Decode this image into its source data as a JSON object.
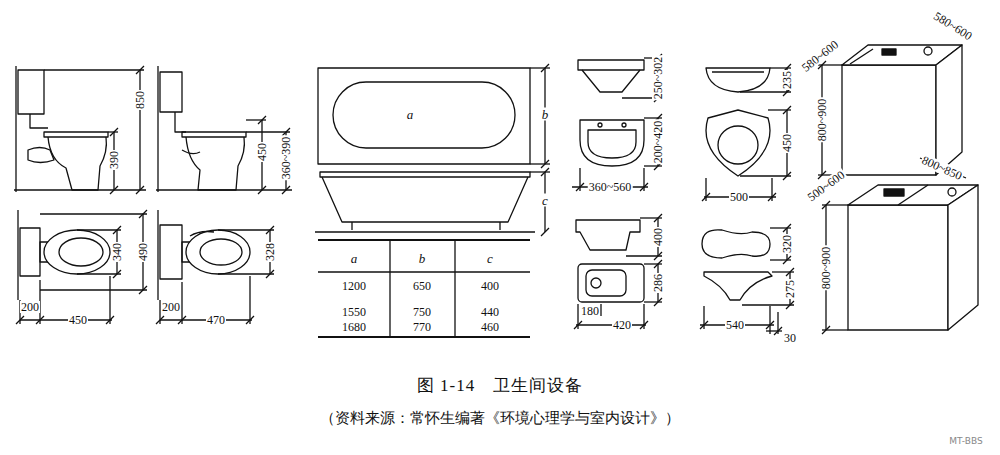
{
  "diagram": {
    "title": "图 1-14　卫生间设备",
    "caption": "（资料来源：常怀生编著《环境心理学与室内设计》）",
    "labels": [
      "390",
      "850",
      "450",
      "360~390",
      "340",
      "490",
      "328",
      "200",
      "450",
      "200",
      "470",
      "a",
      "b",
      "c",
      "a",
      "b",
      "c",
      "1200",
      "650",
      "400",
      "1550",
      "750",
      "440",
      "1680",
      "770",
      "460",
      "250~302",
      "200~420",
      "360~560",
      "400",
      "286",
      "180",
      "420",
      "235",
      "450",
      "500",
      "320",
      "275",
      "540",
      "30",
      "580~600",
      "580~600",
      "800~900",
      "500~600",
      "800~850",
      "800~900",
      "MT-BBS"
    ]
  }
}
